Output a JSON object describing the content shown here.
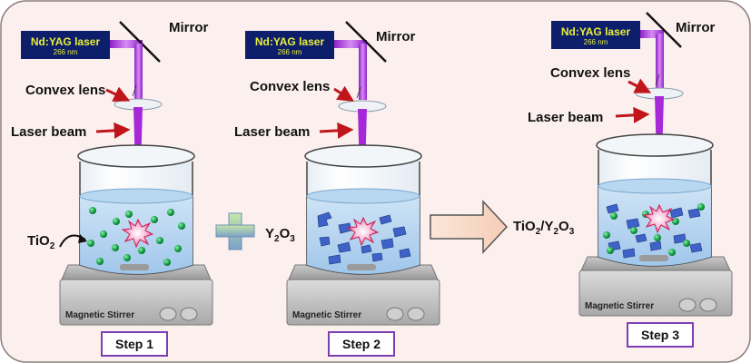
{
  "laser": {
    "name": "Nd:YAG laser",
    "wavelength": "266 nm"
  },
  "labels": {
    "mirror": "Mirror",
    "convex_lens": "Convex lens",
    "laser_beam": "Laser beam",
    "stirrer": "Magnetic Stirrer"
  },
  "steps": [
    "Step 1",
    "Step 2",
    "Step 3"
  ],
  "materials": {
    "tio2": {
      "base": "TiO",
      "sub": "2"
    },
    "y2o3": {
      "a": "Y",
      "sub1": "2",
      "b": "O",
      "sub2": "3"
    },
    "composite": {
      "a": "TiO",
      "sub1": "2",
      "b": "/Y",
      "sub2": "2",
      "c": "O",
      "sub3": "3"
    }
  },
  "colors": {
    "background": "#fcf0ef",
    "border": "#8a7d7d",
    "laser_box": "#0d1f6b",
    "laser_text": "#e8ee3a",
    "beam": "#b02be0",
    "water": "#b8d8f2",
    "particle_green": "#17a349",
    "particle_blue": "#3f62c8",
    "step_border": "#7b3fb3",
    "arrow_red": "#c0161b"
  }
}
